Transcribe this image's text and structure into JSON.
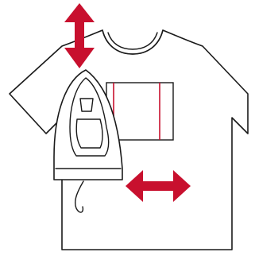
{
  "illustration": {
    "subject": "t-shirt-ironing-instruction",
    "elements": [
      "t-shirt",
      "print-transfer-sheet",
      "clothes-iron",
      "vertical-arrow",
      "horizontal-arrow"
    ]
  },
  "colors": {
    "outline": "#1a1a1a",
    "accent": "#c8102e",
    "fill": "#ffffff"
  }
}
